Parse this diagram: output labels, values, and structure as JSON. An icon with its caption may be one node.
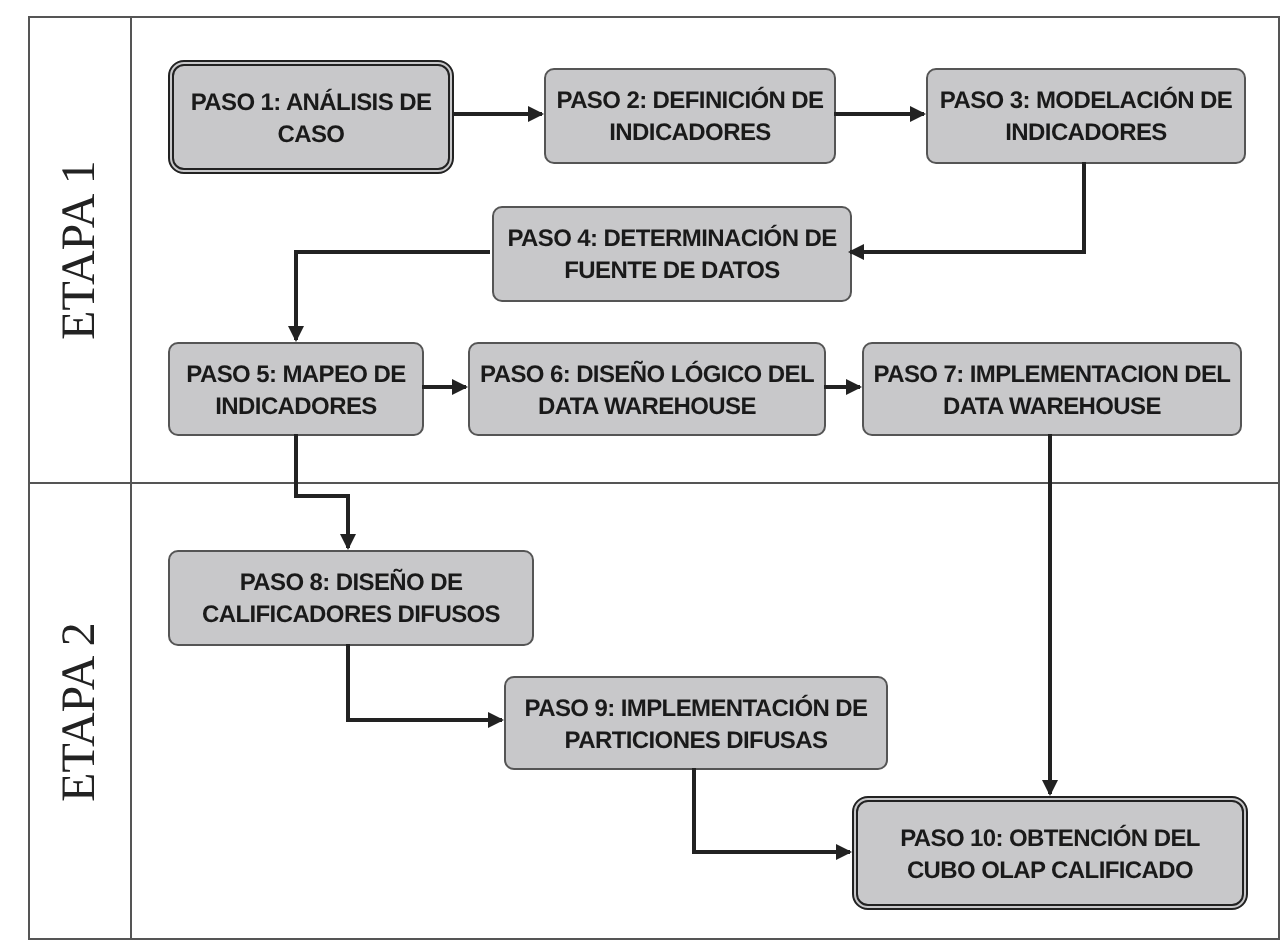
{
  "diagram": {
    "nodes": [
      {
        "text": [
          "ETAPA 1"
        ]
      },
      {
        "text": [
          "PASO 1: ANÁLISIS DE CASO"
        ],
        "in": 0
      },
      {
        "text": [
          "PASO 2: DEFINICIÓN DE INDICADORES"
        ],
        "in": 0
      },
      {
        "text": [
          "PASO 3: MODELACIÓN DE INDICADORES"
        ],
        "in": 0
      },
      {
        "text": [
          "PASO 4: DETERMINACIÓN DE FUENTE DE DATOS"
        ],
        "in": 0
      },
      {
        "text": [
          "PASO 5: MAPEO DE INDICADORES"
        ],
        "in": 0
      },
      {
        "text": [
          "PASO 6: DISEÑO LÓGICO DEL DATA WAREHOUSE"
        ],
        "in": 0
      },
      {
        "text": [
          "PASO 7: IMPLEMENTACION DEL DATA WAREHOUSE"
        ],
        "in": 0
      },
      {
        "text": [
          "ETAPA 2"
        ]
      },
      {
        "text": [
          "PASO 8: DISEÑO DE CALIFICADORES DIFUSOS"
        ],
        "in": 8
      },
      {
        "text": [
          "PASO 9: IMPLEMENTACIÓN DE PARTICIONES DIFUSAS"
        ],
        "in": 8
      },
      {
        "text": [
          "PASO 10: OBTENCIÓN DEL CUBO OLAP CALIFICADO"
        ],
        "in": 8
      }
    ],
    "edges": [
      {
        "from": 1,
        "to": 2,
        "arrow": "to"
      },
      {
        "from": 2,
        "to": 3,
        "arrow": "to"
      },
      {
        "from": 3,
        "to": 4,
        "arrow": "to"
      },
      {
        "from": 4,
        "to": 5,
        "arrow": "to"
      },
      {
        "from": 5,
        "to": 6,
        "arrow": "to"
      },
      {
        "from": 6,
        "to": 7,
        "arrow": "to"
      },
      {
        "from": 5,
        "to": 9,
        "arrow": "to"
      },
      {
        "from": 7,
        "to": 11,
        "arrow": "to"
      },
      {
        "from": 9,
        "to": 10,
        "arrow": "to"
      },
      {
        "from": 10,
        "to": 11,
        "arrow": "to"
      }
    ]
  }
}
